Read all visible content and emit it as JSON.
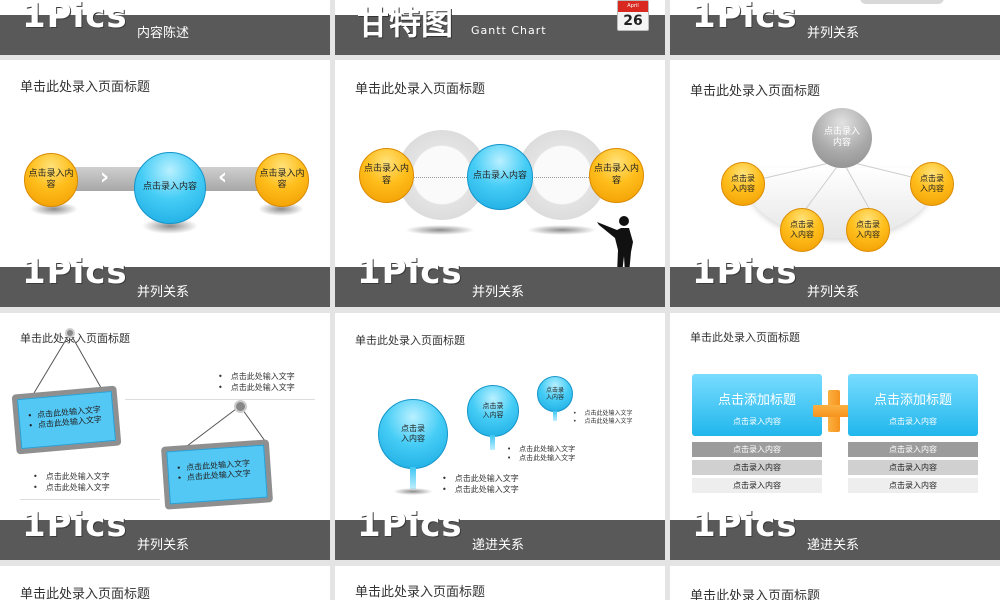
{
  "brand": "1Pics",
  "placeholder_title": "单击此处录入页面标题",
  "row0": {
    "left_subtitle": "内容陈述",
    "middle_title": "甘特图",
    "middle_subtitle": "Gantt Chart",
    "calendar_month": "April",
    "calendar_day": "26",
    "right_subtitle": "并列关系"
  },
  "row1": {
    "left": {
      "subtitle": "并列关系",
      "left_circle": "点击录入内容",
      "center_circle": "点击录入内容",
      "right_circle": "点击录入内容"
    },
    "middle": {
      "subtitle": "并列关系",
      "left_circle": "点击录入内容",
      "center_circle": "点击录入内容",
      "right_circle": "点击录入内容"
    },
    "right": {
      "subtitle": "并列关系",
      "top_circle": "点击录入\n内容",
      "circles": [
        "点击录\n入内容",
        "点击录\n入内容",
        "点击录\n入内容",
        "点击录\n入内容"
      ]
    }
  },
  "row2": {
    "left": {
      "subtitle": "并列关系",
      "bullets_top": [
        "点击此处输入文字",
        "点击此处输入文字"
      ],
      "sign1": [
        "点击此处输入文字",
        "点击此处输入文字"
      ],
      "sign2": [
        "点击此处输入文字",
        "点击此处输入文字"
      ],
      "bullets_bottom": [
        "点击此处输入文字",
        "点击此处输入文字"
      ]
    },
    "middle": {
      "subtitle": "递进关系",
      "big_pin": "点击录\n入内容",
      "mid_pin": "点击录\n入内容",
      "small_pin": "点击录\n入内容",
      "bullets_small": [
        "点击此处输入文字",
        "点击此处输入文字"
      ],
      "bullets_mid": [
        "点击此处输入文字",
        "点击此处输入文字"
      ],
      "bullets_big": [
        "点击此处输入文字",
        "点击此处输入文字"
      ]
    },
    "right": {
      "subtitle": "递进关系",
      "left_box": {
        "title": "点击添加标题",
        "sub": "点击录入内容",
        "rows": [
          "点击录入内容",
          "点击录入内容",
          "点击录入内容"
        ]
      },
      "right_box": {
        "title": "点击添加标题",
        "sub": "点击录入内容",
        "rows": [
          "点击录入内容",
          "点击录入内容",
          "点击录入内容"
        ]
      }
    }
  },
  "colors": {
    "band": "#595959",
    "orange": "#ffbe1c",
    "blue": "#46cdf6",
    "plus": "#f7931e"
  }
}
